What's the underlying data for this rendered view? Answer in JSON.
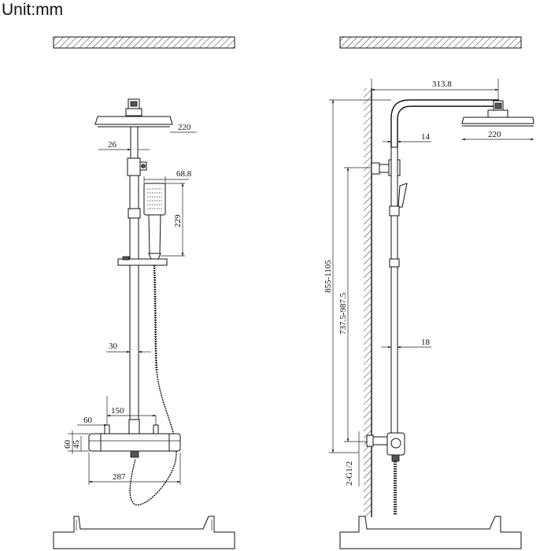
{
  "unit_label": "Unit:mm",
  "front_view": {
    "dims": {
      "head_width": "220",
      "arm_offset": "26",
      "handset_width": "68.8",
      "handset_length": "229",
      "pipe_diameter": "30",
      "valve_offset": "60",
      "inlet_spacing": "150",
      "valve_height": "60",
      "valve_depth": "45",
      "valve_length": "287"
    }
  },
  "side_view": {
    "dims": {
      "arm_reach": "313.8",
      "arm_diameter": "14",
      "head_width": "220",
      "total_height": "855-1105",
      "rail_height": "737.5-987.5",
      "pipe_diameter": "18",
      "inlet_thread": "2-G1/2"
    }
  }
}
